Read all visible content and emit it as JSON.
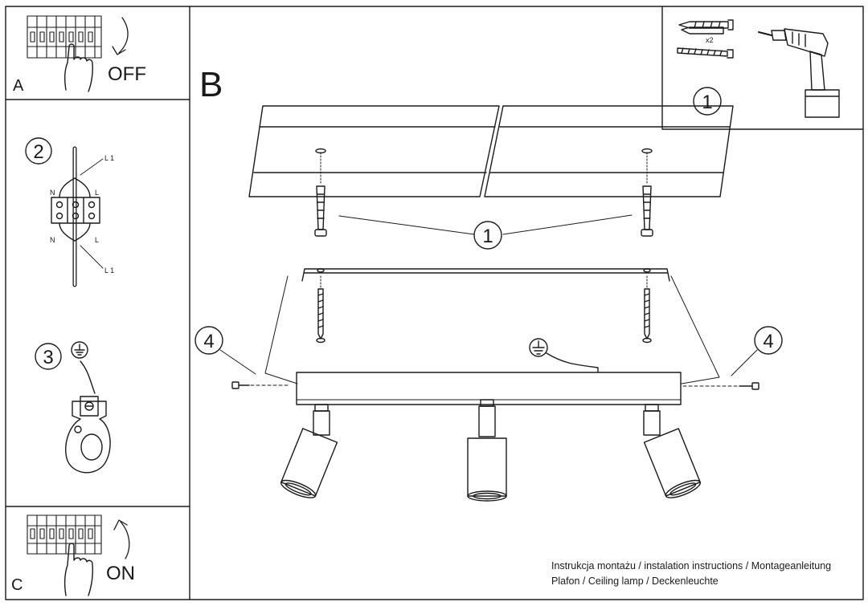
{
  "panels": {
    "a": {
      "letter": "A",
      "label": "OFF"
    },
    "b": {
      "letter": "B"
    },
    "c": {
      "letter": "C",
      "label": "ON"
    }
  },
  "steps": {
    "step1_kit": "1",
    "step1_kit_qty": "x2",
    "step1_callout": "1",
    "step2": "2",
    "step3": "3",
    "step4_left": "4",
    "step4_right": "4"
  },
  "wiring": {
    "l1_top": "L 1",
    "l1_bottom": "L 1",
    "n_top": "N",
    "n_bottom": "N",
    "l_top": "L",
    "l_bottom": "L"
  },
  "icons": {
    "ground": "ground-symbol-icon",
    "drill": "drill-icon",
    "breaker": "circuit-breaker-icon"
  },
  "caption": {
    "line1": "Instrukcja montażu / instalation instructions / Montageanleitung",
    "line2": "Plafon / Ceiling lamp / Deckenleuchte"
  }
}
